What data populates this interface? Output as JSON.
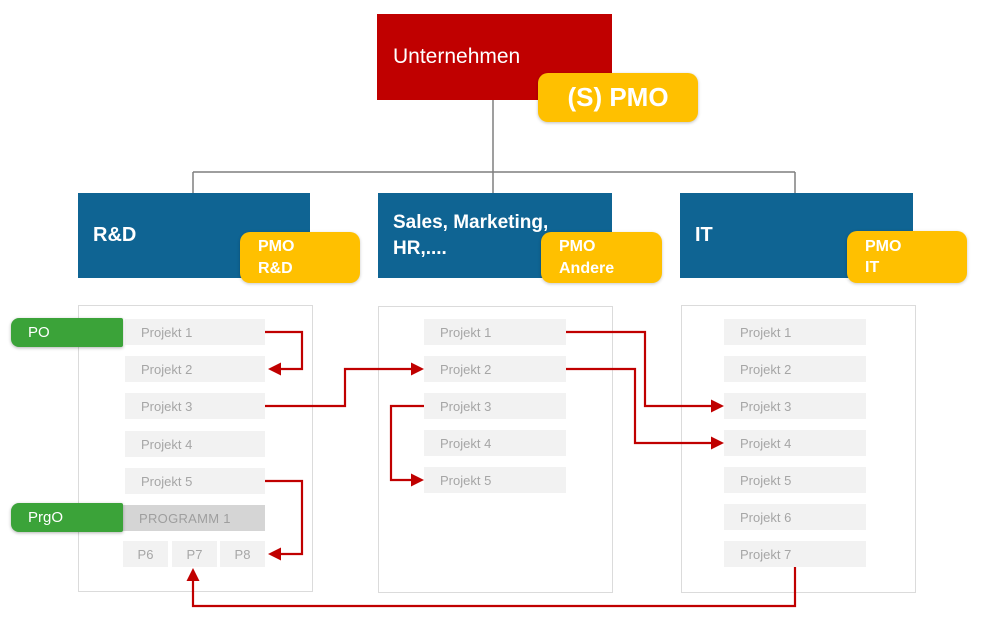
{
  "colors": {
    "red": "#C00000",
    "yellow": "#FFC000",
    "blue": "#0F6493",
    "green": "#3BA339",
    "row_bg": "#F2F2F2",
    "row_text": "#A6A6A6",
    "program_bg": "#D5D5D5",
    "container_border": "#DBDBDB",
    "connector": "#7F7F7F",
    "arrow": "#C00000"
  },
  "root": {
    "label": "Unternehmen"
  },
  "root_pmo": {
    "label": "(S) PMO"
  },
  "departments": [
    {
      "lines": [
        "R&D"
      ],
      "pmo_lines": [
        "PMO",
        "R&D"
      ]
    },
    {
      "lines": [
        "Sales, Marketing,",
        "HR,...."
      ],
      "pmo_lines": [
        "PMO",
        "Andere"
      ]
    },
    {
      "lines": [
        "IT"
      ],
      "pmo_lines": [
        "PMO",
        "IT"
      ]
    }
  ],
  "roles": {
    "po": "PO",
    "prgo": "PrgO"
  },
  "columns": [
    {
      "rows": [
        "Projekt 1",
        "Projekt 2",
        "Projekt 3",
        "Projekt 4",
        "Projekt 5"
      ],
      "program": "PROGRAMM 1",
      "subprojects": [
        "P6",
        "P7",
        "P8"
      ]
    },
    {
      "rows": [
        "Projekt 1",
        "Projekt 2",
        "Projekt 3",
        "Projekt 4",
        "Projekt 5"
      ]
    },
    {
      "rows": [
        "Projekt 1",
        "Projekt 2",
        "Projekt 3",
        "Projekt 4",
        "Projekt 5",
        "Projekt 6",
        "Projekt 7"
      ]
    }
  ],
  "connections": [
    {
      "from": "R&D Projekt 1",
      "to": "R&D Projekt 2"
    },
    {
      "from": "R&D Projekt 3",
      "to": "Sales Projekt 2"
    },
    {
      "from": "Sales Projekt 3",
      "to": "Sales Projekt 5"
    },
    {
      "from": "Sales Projekt 1",
      "to": "IT Projekt 3"
    },
    {
      "from": "Sales Projekt 2",
      "to": "IT Projekt 4"
    },
    {
      "from": "R&D Projekt 5",
      "to": "R&D P8"
    },
    {
      "from": "IT Projekt 7",
      "to": "R&D P7"
    }
  ]
}
